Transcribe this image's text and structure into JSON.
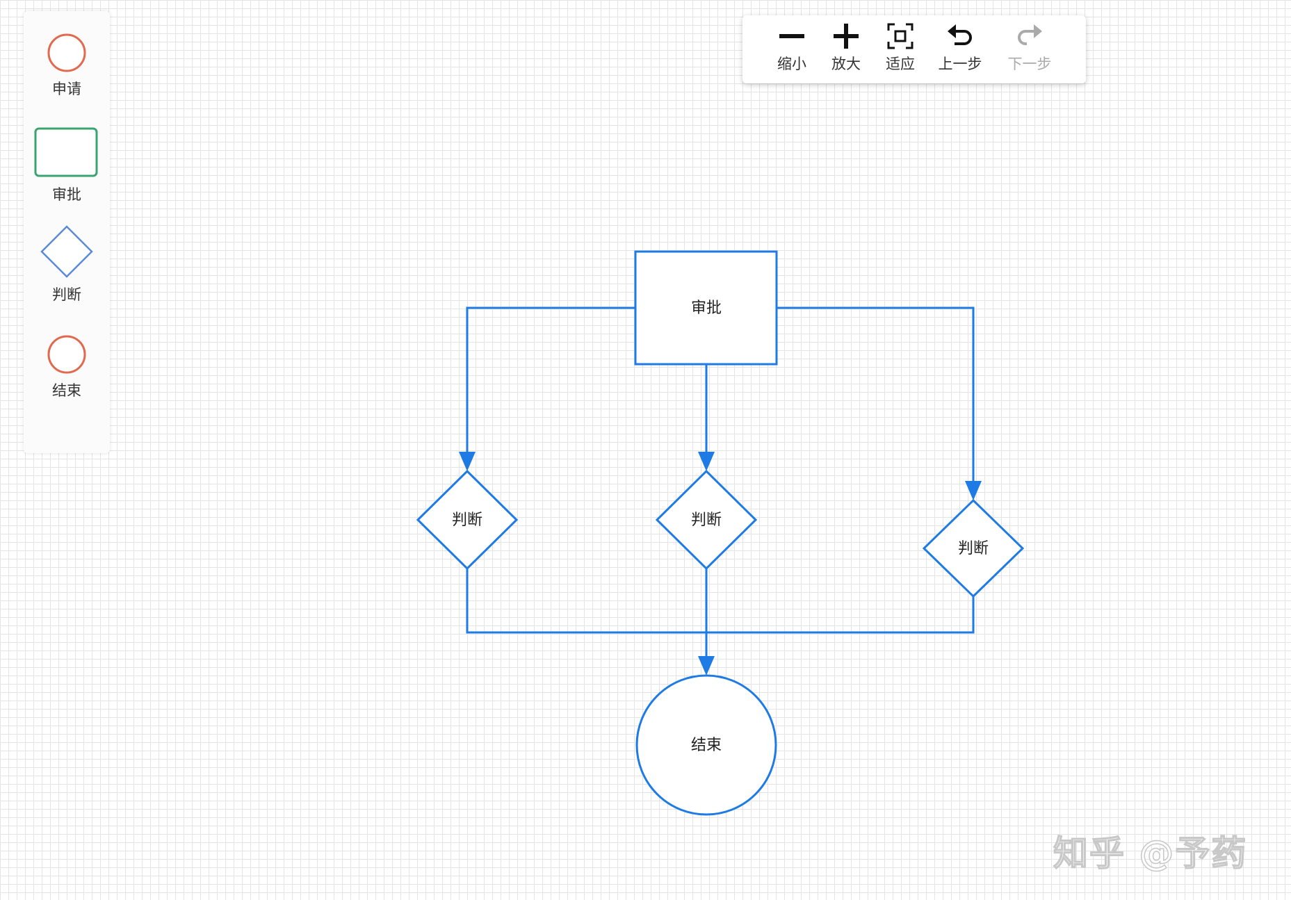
{
  "palette": {
    "items": [
      {
        "label": "申请",
        "shape": "circle",
        "color": "#e2694e"
      },
      {
        "label": "审批",
        "shape": "rect",
        "color": "#3aa46f"
      },
      {
        "label": "判断",
        "shape": "diamond",
        "color": "#5b8ad8"
      },
      {
        "label": "结束",
        "shape": "circle",
        "color": "#e2694e"
      }
    ]
  },
  "toolbar": {
    "items": [
      {
        "label": "缩小",
        "icon": "minus-icon",
        "enabled": true
      },
      {
        "label": "放大",
        "icon": "plus-icon",
        "enabled": true
      },
      {
        "label": "适应",
        "icon": "fit-icon",
        "enabled": true
      },
      {
        "label": "上一步",
        "icon": "undo-icon",
        "enabled": true
      },
      {
        "label": "下一步",
        "icon": "redo-icon",
        "enabled": false
      }
    ]
  },
  "diagram": {
    "stroke_color": "#1e7be6",
    "nodes": [
      {
        "id": "approve",
        "type": "rect",
        "label": "审批"
      },
      {
        "id": "judge-left",
        "type": "diamond",
        "label": "判断"
      },
      {
        "id": "judge-center",
        "type": "diamond",
        "label": "判断"
      },
      {
        "id": "judge-right",
        "type": "diamond",
        "label": "判断"
      },
      {
        "id": "end",
        "type": "circle",
        "label": "结束"
      }
    ],
    "edges": [
      {
        "from": "approve",
        "to": "judge-left"
      },
      {
        "from": "approve",
        "to": "judge-center"
      },
      {
        "from": "approve",
        "to": "judge-right"
      },
      {
        "from": "judge-left",
        "to": "end"
      },
      {
        "from": "judge-center",
        "to": "end"
      },
      {
        "from": "judge-right",
        "to": "end"
      }
    ]
  },
  "watermark": "知乎 @予药"
}
